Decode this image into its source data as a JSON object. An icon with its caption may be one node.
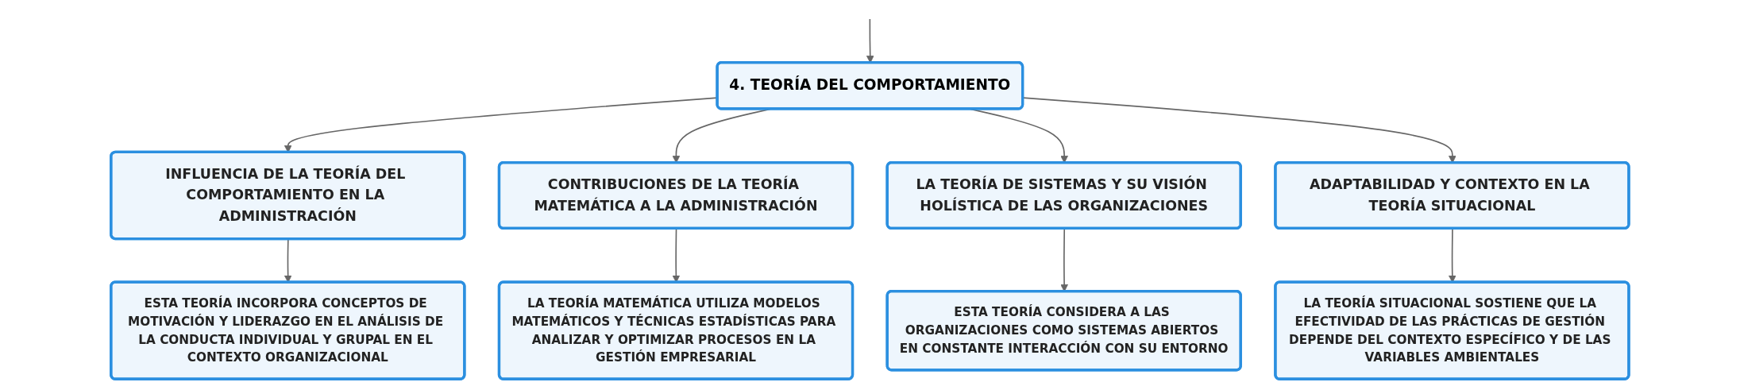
{
  "diagram": {
    "nodes": [
      {
        "text": [
          "4. TEORÍA DEL COMPORTAMIENTO"
        ]
      },
      {
        "text": [
          "INFLUENCIA DE LA TEORÍA DEL COMPORTAMIENTO EN LA ADMINISTRACIÓN"
        ]
      },
      {
        "text": [
          "CONTRIBUCIONES DE LA TEORÍA MATEMÁTICA A LA ADMINISTRACIÓN"
        ]
      },
      {
        "text": [
          "LA TEORÍA DE SISTEMAS Y SU VISIÓN HOLÍSTICA DE LAS ORGANIZACIONES"
        ]
      },
      {
        "text": [
          "ADAPTABILIDAD Y CONTEXTO EN LA TEORÍA SITUACIONAL"
        ]
      },
      {
        "text": [
          "ESTA TEORÍA INCORPORA CONCEPTOS DE MOTIVACIÓN Y LIDERAZGO EN EL ANÁLISIS DE LA CONDUCTA INDIVIDUAL Y GRUPAL EN EL CONTEXTO ORGANIZACIONAL"
        ]
      },
      {
        "text": [
          "LA TEORÍA MATEMÁTICA UTILIZA MODELOS MATEMÁTICOS Y TÉCNICAS ESTADÍSTICAS PARA ANALIZAR Y OPTIMIZAR PROCESOS EN LA GESTIÓN EMPRESARIAL"
        ]
      },
      {
        "text": [
          "ESTA TEORÍA CONSIDERA A LAS ORGANIZACIONES COMO SISTEMAS ABIERTOS EN CONSTANTE INTERACCIÓN CON SU ENTORNO"
        ]
      },
      {
        "text": [
          "LA TEORÍA SITUACIONAL SOSTIENE QUE LA EFECTIVIDAD DE LAS PRÁCTICAS DE GESTIÓN DEPENDE DEL CONTEXTO ESPECÍFICO Y DE LAS VARIABLES AMBIENTALES"
        ]
      }
    ],
    "edges": [
      {
        "from": null,
        "to": 0,
        "arrow": "to"
      },
      {
        "from": 0,
        "to": 1,
        "arrow": "to"
      },
      {
        "from": 0,
        "to": 2,
        "arrow": "to"
      },
      {
        "from": 0,
        "to": 3,
        "arrow": "to"
      },
      {
        "from": 0,
        "to": 4,
        "arrow": "to"
      },
      {
        "from": 1,
        "to": 5,
        "arrow": "to"
      },
      {
        "from": 2,
        "to": 6,
        "arrow": "to"
      },
      {
        "from": 3,
        "to": 7,
        "arrow": "to"
      },
      {
        "from": 4,
        "to": 8,
        "arrow": "to"
      }
    ]
  }
}
